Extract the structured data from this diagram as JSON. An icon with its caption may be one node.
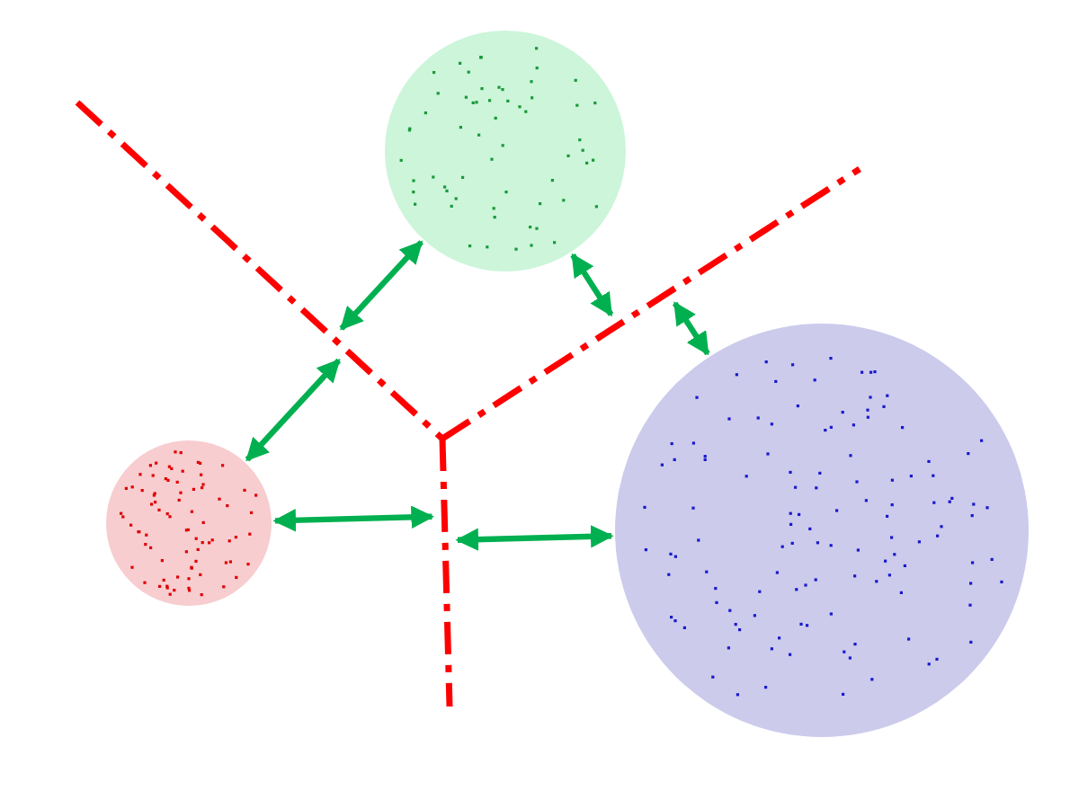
{
  "diagram": {
    "nodes": [
      {
        "text": [],
        "shape": "circle"
      },
      {
        "text": [],
        "shape": "circle"
      },
      {
        "text": [],
        "shape": "circle"
      },
      {
        "text": [],
        "shape": "line"
      },
      {
        "text": [],
        "shape": "line"
      },
      {
        "text": [],
        "shape": "line"
      }
    ],
    "edges": [
      {
        "from": 0,
        "to": 3,
        "arrow": "both"
      },
      {
        "from": 1,
        "to": 3,
        "arrow": "both"
      },
      {
        "from": 0,
        "to": 4,
        "arrow": "both"
      },
      {
        "from": 2,
        "to": 4,
        "arrow": "both"
      },
      {
        "from": 1,
        "to": 5,
        "arrow": "both"
      },
      {
        "from": 2,
        "to": 5,
        "arrow": "both"
      }
    ]
  }
}
